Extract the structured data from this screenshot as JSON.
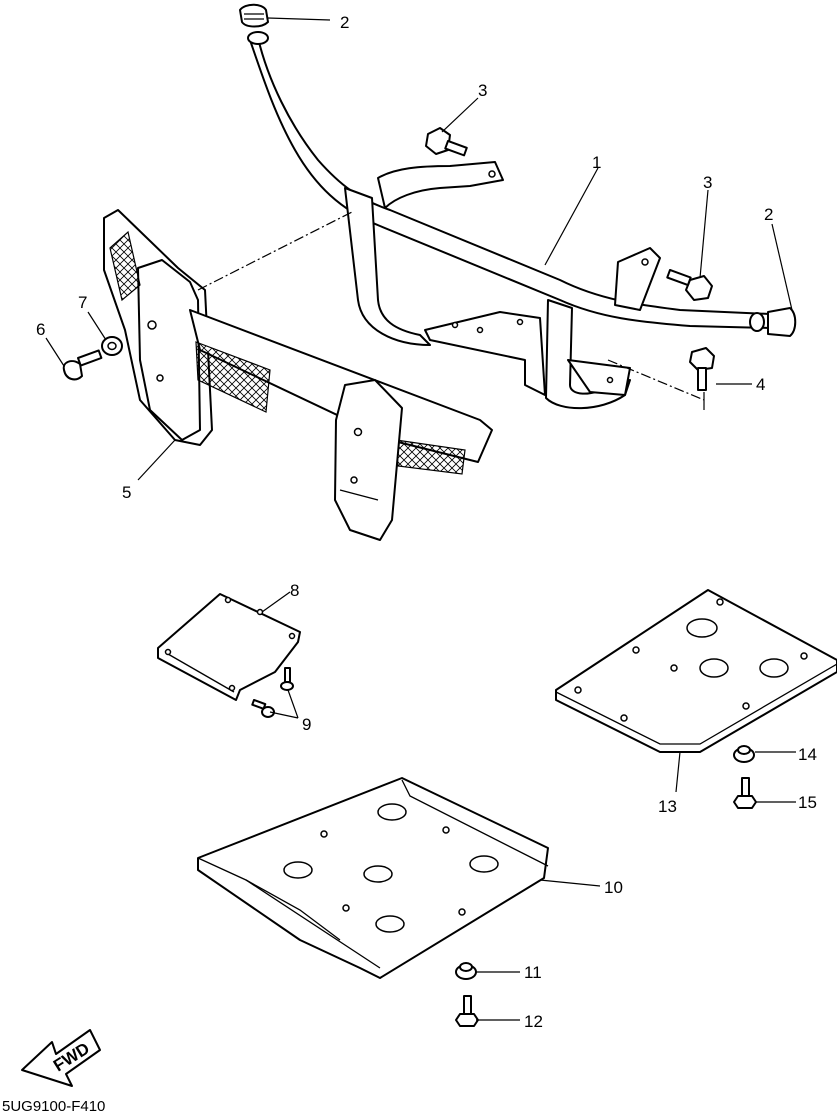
{
  "diagram": {
    "callouts": {
      "c1": "1",
      "c2a": "2",
      "c2b": "2",
      "c3a": "3",
      "c3b": "3",
      "c4": "4",
      "c5": "5",
      "c6": "6",
      "c7": "7",
      "c8": "8",
      "c9": "9",
      "c10": "10",
      "c11": "11",
      "c12": "12",
      "c13": "13",
      "c14": "14",
      "c15": "15"
    },
    "direction_arrow": "FWD",
    "drawing_code": "5UG9100-F410"
  }
}
